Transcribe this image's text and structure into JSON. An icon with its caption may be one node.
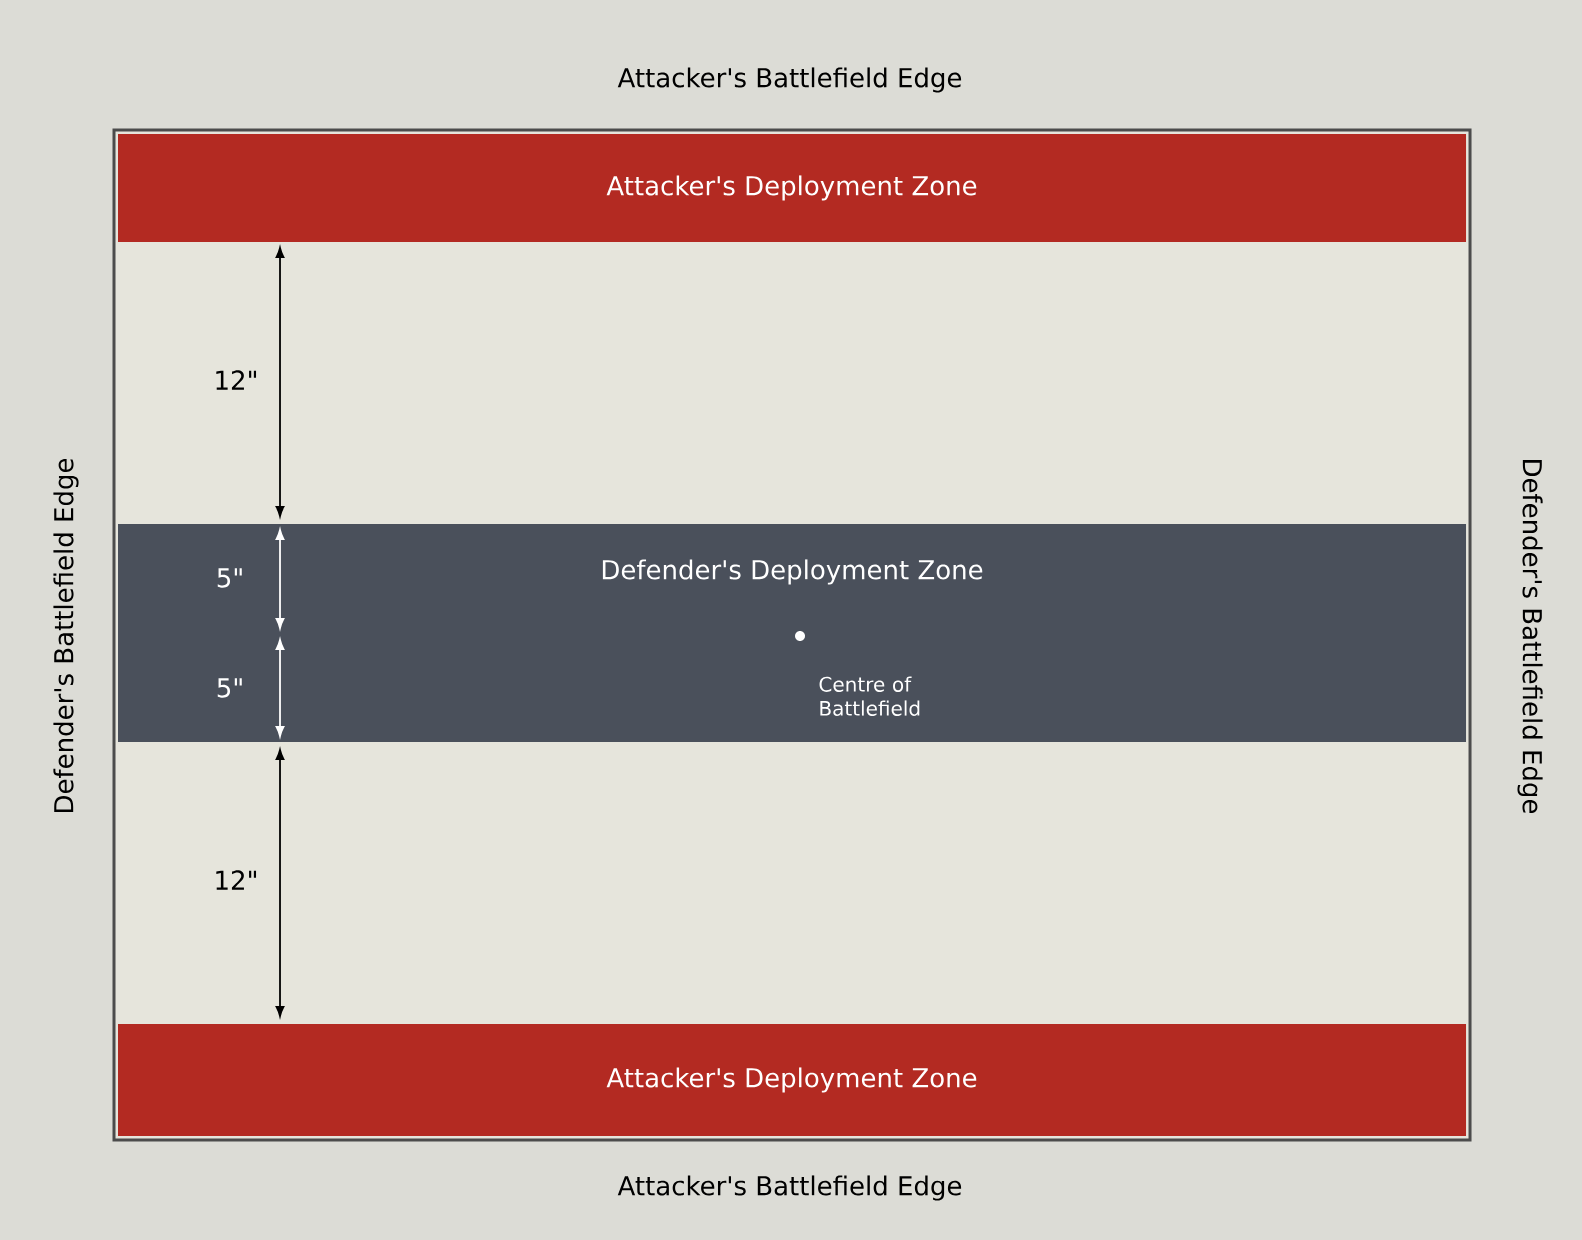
{
  "diagram": {
    "nodes": [
      {
        "text": [],
        "shape": "box"
      },
      {
        "text": [
          "Attacker's Deployment Zone"
        ],
        "in": 0
      },
      {
        "text": [
          "Defender's Deployment Zone"
        ],
        "in": 0
      },
      {
        "text": [
          "Attacker's Deployment Zone"
        ],
        "in": 0
      }
    ],
    "labels": [
      "Attacker's Battlefield Edge",
      "Defender's Battlefield Edge",
      "Defender's Battlefield Edge",
      "12\"",
      "5\"",
      "5\"",
      "Centre of Battlefield",
      "12\"",
      "Attacker's Battlefield Edge"
    ]
  }
}
